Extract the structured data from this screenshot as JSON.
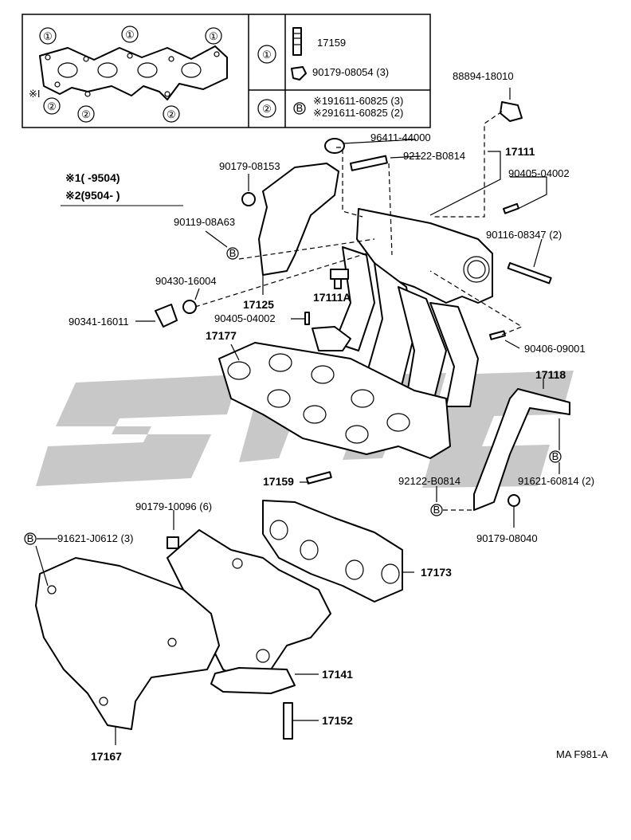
{
  "legend": {
    "circle1": "①",
    "circle2": "②",
    "note_mark": "※I",
    "row1": {
      "part_a": "17159",
      "part_b": "90179-08054 (3)"
    },
    "row2": {
      "badge": "B",
      "part_a": "※191611-60825 (3)",
      "part_b": "※291611-60825 (2)"
    }
  },
  "notes": {
    "note1": "※1(      -9504)",
    "note2": "※2(9504-       )"
  },
  "labels": {
    "p88894": "88894-18010",
    "p96411": "96411-44000",
    "p92122a": "92122-B0814",
    "p17111": "17111",
    "p90405b": "90405-04002",
    "p90179_08153": "90179-08153",
    "p90119": "90119-08A63",
    "p90116": "90116-08347 (2)",
    "p90430": "90430-16004",
    "p17125": "17125",
    "p17111A": "17111A",
    "p90341": "90341-16011",
    "p90405a": "90405-04002",
    "p90406": "90406-09001",
    "p17177": "17177",
    "p17118": "17118",
    "p17159": "17159",
    "p92122b": "92122-B0814",
    "p91621_60814": "91621-60814 (2)",
    "p90179_10096": "90179-10096 (6)",
    "p90179_08040": "90179-08040",
    "p91621_j0612": "91621-J0612 (3)",
    "p17173": "17173",
    "p17141": "17141",
    "p17152": "17152",
    "p17167": "17167",
    "badge_b": "B"
  },
  "footer": {
    "code": "MA F981-A"
  },
  "colors": {
    "ink": "#000000",
    "watermark": "#c8c8c8",
    "background": "#ffffff"
  }
}
